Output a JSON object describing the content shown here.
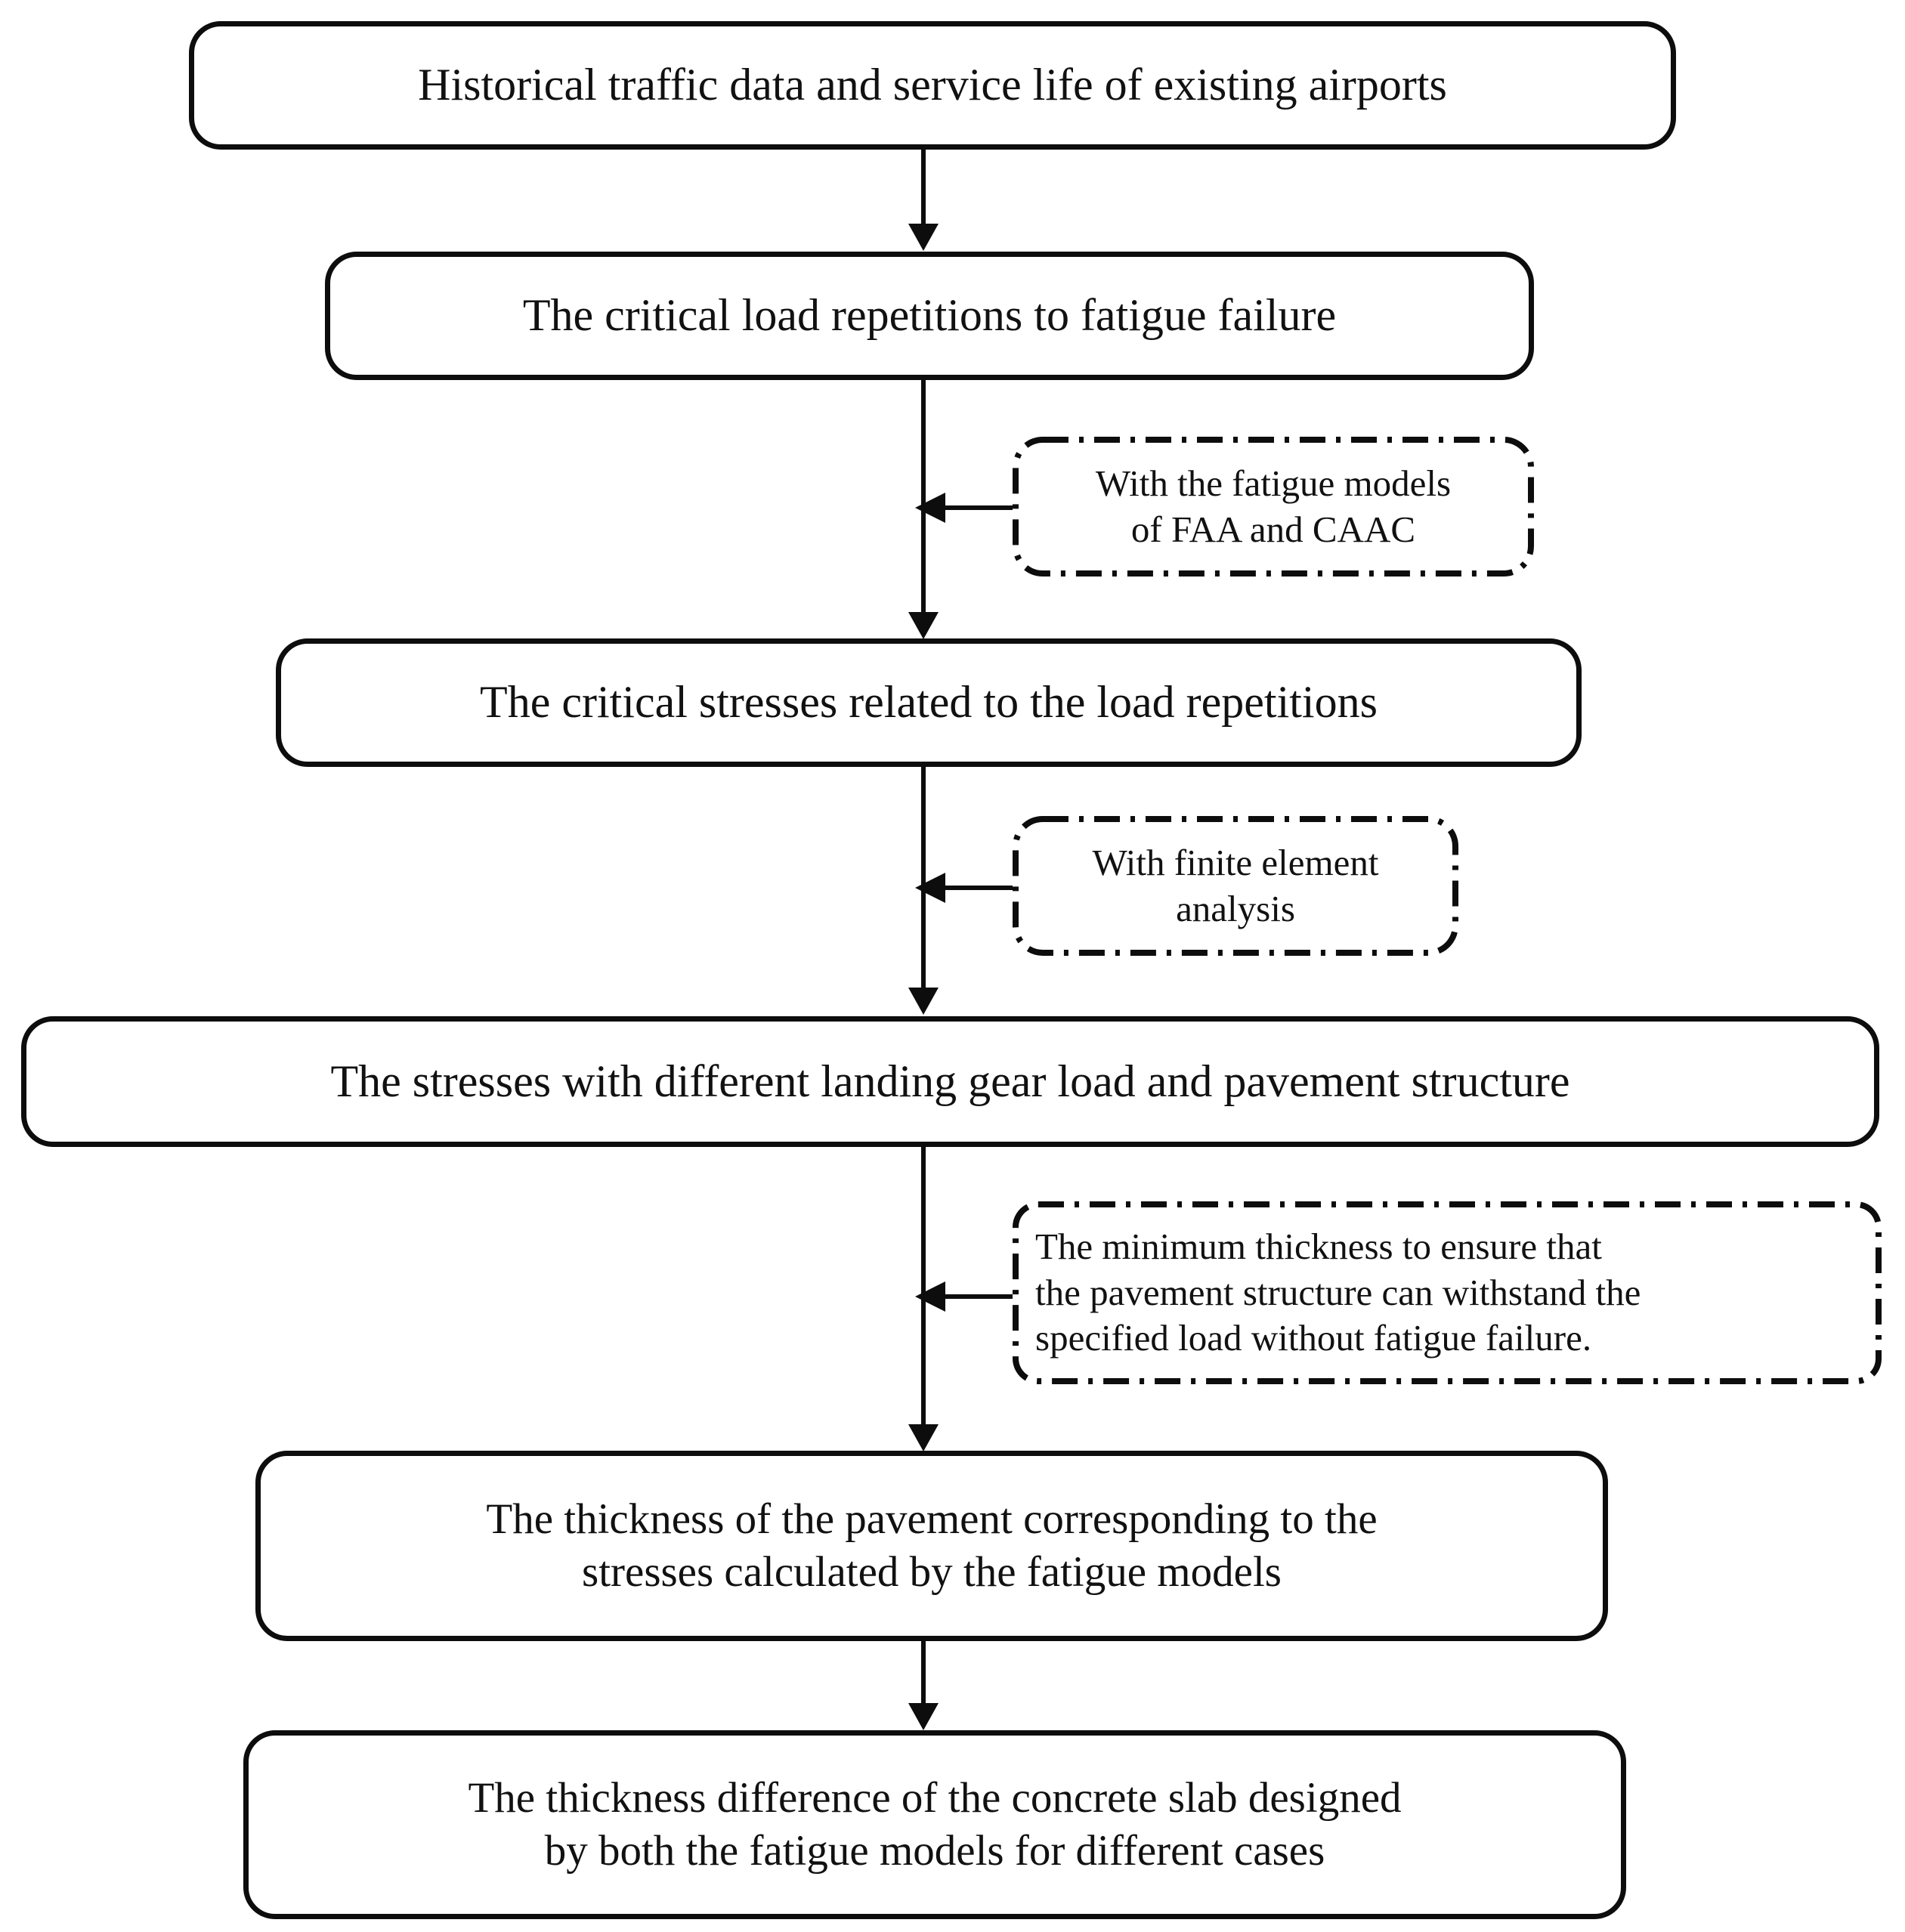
{
  "diagram": {
    "title": "Pavement fatigue design flowchart",
    "type": "flowchart",
    "background_color": "#ffffff",
    "line_color": "#0d0d0d",
    "text_color": "#111111"
  },
  "nodes": [
    {
      "id": "node-1",
      "shape": "rounded-rectangle",
      "border_style": "solid",
      "text": "Historical traffic data and service life of existing airports"
    },
    {
      "id": "node-2",
      "shape": "rounded-rectangle",
      "border_style": "solid",
      "text": "The critical load repetitions to fatigue failure"
    },
    {
      "id": "node-3",
      "shape": "rounded-rectangle",
      "border_style": "solid",
      "text": "The critical stresses related to the load repetitions"
    },
    {
      "id": "node-4",
      "shape": "rounded-rectangle",
      "border_style": "solid",
      "text": "The stresses with different landing gear load and pavement structure"
    },
    {
      "id": "node-5",
      "shape": "rounded-rectangle",
      "border_style": "solid",
      "line1": "The thickness of the pavement corresponding to the",
      "line2": "stresses calculated by the fatigue models"
    },
    {
      "id": "node-6",
      "shape": "rounded-rectangle",
      "border_style": "solid",
      "line1": "The thickness difference of the concrete slab designed",
      "line2": "by both the fatigue models for different cases"
    }
  ],
  "notes": [
    {
      "id": "note-1",
      "border_style": "dash-dot",
      "align": "center",
      "line1": "With the fatigue models",
      "line2": "of FAA and CAAC"
    },
    {
      "id": "note-2",
      "border_style": "dash-dot",
      "align": "center",
      "line1": "With finite element",
      "line2": "analysis"
    },
    {
      "id": "note-3",
      "border_style": "dash-dot",
      "align": "left",
      "line1": "The minimum thickness to ensure that",
      "line2": "the pavement structure can withstand the",
      "line3": "specified load without fatigue failure."
    }
  ],
  "connectors": [
    {
      "id": "arrow-1-to-2",
      "from": "node-1",
      "to": "node-2",
      "direction": "down"
    },
    {
      "id": "arrow-2-to-3",
      "from": "node-2",
      "to": "node-3",
      "direction": "down"
    },
    {
      "id": "arrow-3-to-4",
      "from": "node-3",
      "to": "node-4",
      "direction": "down"
    },
    {
      "id": "arrow-4-to-5",
      "from": "node-4",
      "to": "node-5",
      "direction": "down"
    },
    {
      "id": "arrow-5-to-6",
      "from": "node-5",
      "to": "node-6",
      "direction": "down"
    },
    {
      "id": "arrow-note1",
      "from": "note-1",
      "to": "arrow-2-to-3",
      "direction": "left"
    },
    {
      "id": "arrow-note2",
      "from": "note-2",
      "to": "arrow-3-to-4",
      "direction": "left"
    },
    {
      "id": "arrow-note3",
      "from": "note-3",
      "to": "arrow-4-to-5",
      "direction": "left"
    }
  ]
}
